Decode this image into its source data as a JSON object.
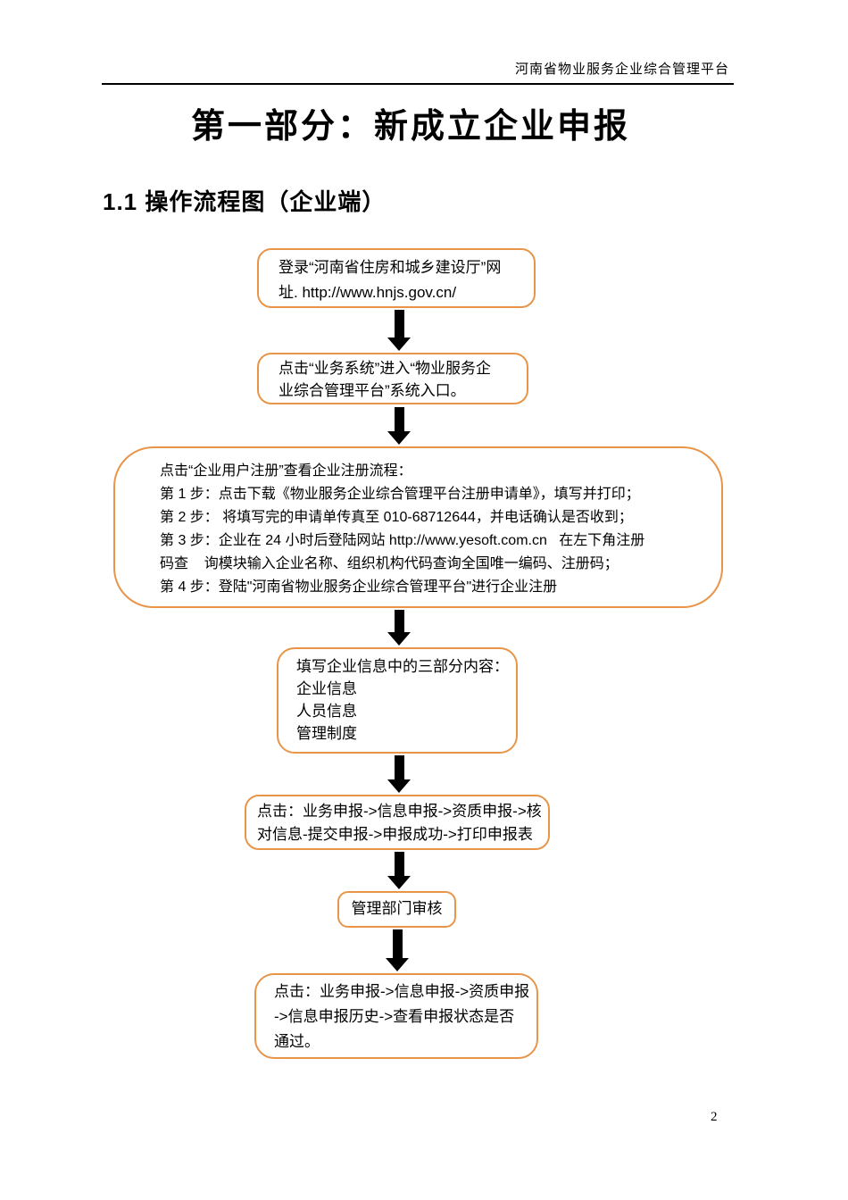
{
  "page": {
    "header": "河南省物业服务企业综合管理平台",
    "title": "第一部分：新成立企业申报",
    "section_heading": "1.1 操作流程图（企业端）",
    "page_number": "2"
  },
  "colors": {
    "box_border": "#E8954A",
    "arrow": "#000000",
    "text": "#000000"
  },
  "flowchart": {
    "boxes": [
      {
        "name": "login-website",
        "lines": [
          "登录“河南省住房和城乡建设厅”网",
          "址. http://www.hnjs.gov.cn/"
        ]
      },
      {
        "name": "enter-system",
        "lines": [
          "点击“业务系统”进入“物业服务企",
          "业综合管理平台”系统入口。"
        ]
      },
      {
        "name": "register-steps",
        "lines": [
          "点击“企业用户注册”查看企业注册流程：",
          "第 1 步：点击下载《物业服务企业综合管理平台注册申请单》，填写并打印；",
          "第 2 步： 将填写完的申请单传真至 010-68712644，并电话确认是否收到；",
          "第 3 步：企业在 24 小时后登陆网站 http://www.yesoft.com.cn   在左下角注册",
          "码查    询模块输入企业名称、组织机构代码查询全国唯一编码、注册码；",
          "第 4 步：登陆\"河南省物业服务企业综合管理平台\"进行企业注册"
        ]
      },
      {
        "name": "fill-enterprise-info",
        "lines": [
          "填写企业信息中的三部分内容：",
          "企业信息",
          "人员信息",
          "管理制度"
        ]
      },
      {
        "name": "submit-declaration",
        "lines": [
          "点击：业务申报->信息申报->资质申报->核",
          "对信息-提交申报->申报成功->打印申报表"
        ]
      },
      {
        "name": "department-review",
        "lines": [
          "管理部门审核"
        ]
      },
      {
        "name": "check-status",
        "lines": [
          "点击：业务申报->信息申报->资质申报",
          "->信息申报历史->查看申报状态是否",
          "通过。"
        ]
      }
    ]
  }
}
